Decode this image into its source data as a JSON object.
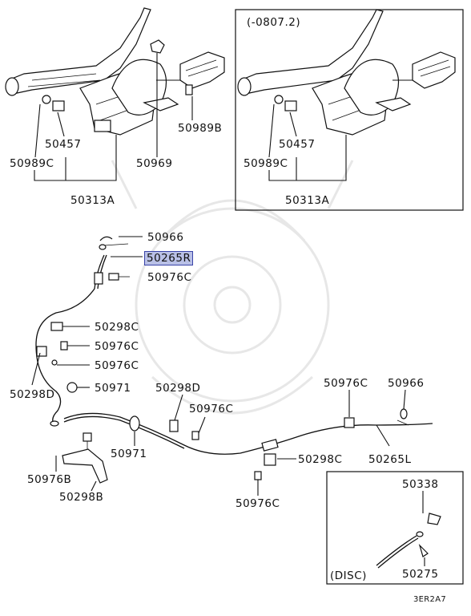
{
  "inset_top": {
    "date_label": "(-0807.2)"
  },
  "inset_bottom": {
    "label": "(DISC)"
  },
  "figure_code": "3ER2A7",
  "callouts": {
    "top_left_50989B": "50989B",
    "top_left_50457": "50457",
    "top_left_50989C": "50989C",
    "top_left_50969": "50969",
    "top_left_50313A": "50313A",
    "top_right_50457": "50457",
    "top_right_50989C": "50989C",
    "top_right_50313A": "50313A",
    "c_50966_a": "50966",
    "c_50265R": "50265R",
    "c_50976C_a": "50976C",
    "c_50298C_a": "50298C",
    "c_50976C_b": "50976C",
    "c_50976C_c": "50976C",
    "c_50298D_a": "50298D",
    "c_50971_a": "50971",
    "c_50298D_b": "50298D",
    "c_50976C_d": "50976C",
    "c_50971_b": "50971",
    "c_50976C_e": "50976C",
    "c_50966_b": "50966",
    "c_50298C_b": "50298C",
    "c_50265L": "50265L",
    "c_50976B": "50976B",
    "c_50298B": "50298B",
    "c_50976C_f": "50976C",
    "c_50338": "50338",
    "c_50275": "50275"
  },
  "highlight_color": "#b9c0e6"
}
